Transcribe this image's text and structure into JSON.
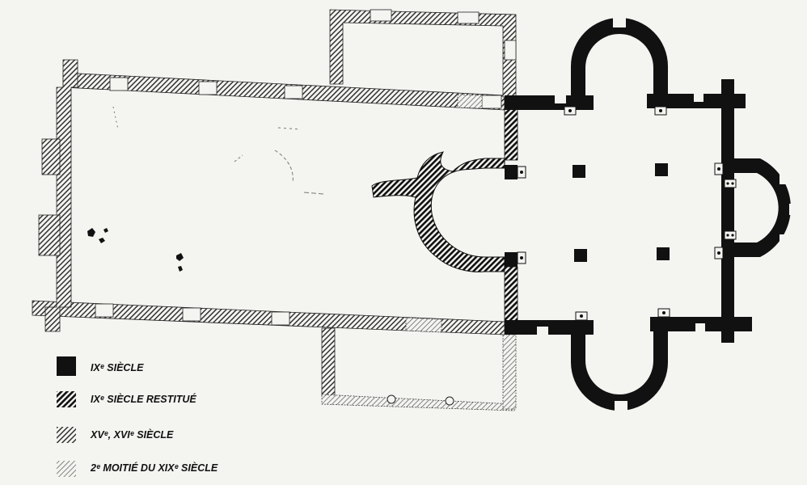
{
  "legend": {
    "items": [
      {
        "label": "IXᵉ SIÈCLE",
        "pattern": "solid-black"
      },
      {
        "label": "IXᵉ SIÈCLE RESTITUÉ",
        "pattern": "dense-hatch"
      },
      {
        "label": "XVᵉ, XVIᵉ SIÈCLE",
        "pattern": "medium-hatch"
      },
      {
        "label": "2ᵉ MOITIÉ DU XIXᵉ SIÈCLE",
        "pattern": "light-hatch"
      }
    ]
  },
  "colors": {
    "paper": "#f4f4f1",
    "wall_ix": "#111111",
    "hatch_ix_restitue": "#111111",
    "hatch_xv_xvi": "#333333",
    "hatch_xix": "#777777"
  }
}
